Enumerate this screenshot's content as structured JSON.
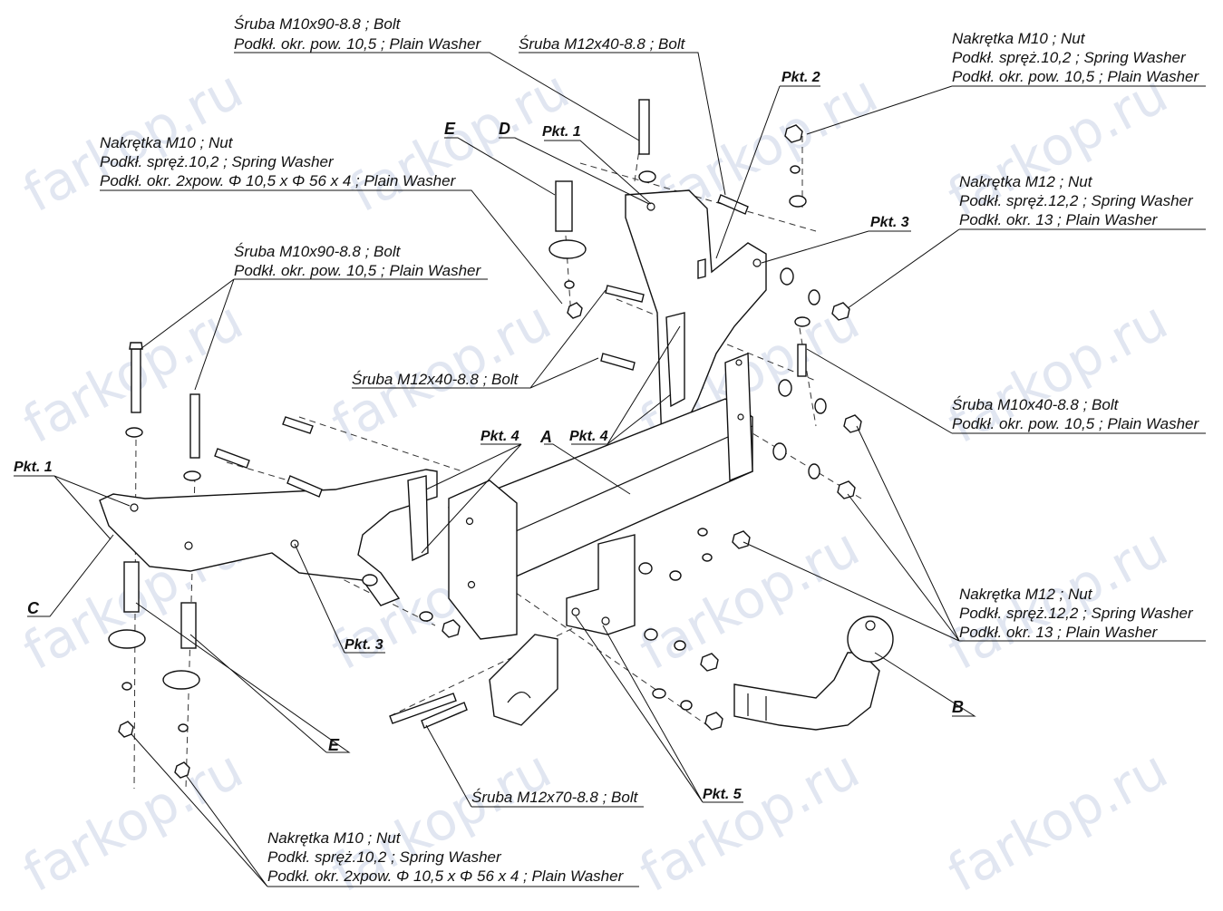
{
  "watermark": {
    "text": "farkop.ru",
    "color": "#c9d3e6"
  },
  "letters": {
    "a": "A",
    "b": "B",
    "c": "C",
    "d": "D",
    "e": "E"
  },
  "points": {
    "pkt1": "Pkt. 1",
    "pkt2": "Pkt. 2",
    "pkt3": "Pkt. 3",
    "pkt4": "Pkt. 4",
    "pkt5": "Pkt. 5"
  },
  "callouts": {
    "top_bolt_m10x90": [
      "Śruba M10x90-8.8 ;  Bolt",
      "Podkł. okr. pow. 10,5 ; Plain Washer"
    ],
    "top_bolt_m12x40": [
      "Śruba M12x40-8.8 ;  Bolt"
    ],
    "top_right_nut_m10": [
      "Nakrętka  M10 ; Nut",
      "Podkł. spręż.10,2 ; Spring Washer",
      "Podkł. okr. pow. 10,5 ; Plain Washer"
    ],
    "left_nut_m10": [
      "Nakrętka  M10 ; Nut",
      "Podkł. spręż.10,2 ; Spring Washer",
      "Podkł. okr. 2xpow. Φ 10,5 x Φ 56 x 4 ; Plain Washer"
    ],
    "right_nut_m12_top": [
      "Nakrętka  M12 ; Nut",
      "Podkł. spręż.12,2 ; Spring Washer",
      "Podkł. okr. 13 ; Plain Washer"
    ],
    "left_bolt_m10x90": [
      "Śruba M10x90-8.8 ;  Bolt",
      "Podkł. okr. pow. 10,5 ; Plain Washer"
    ],
    "mid_bolt_m12x40": [
      "Śruba M12x40-8.8 ;  Bolt"
    ],
    "right_bolt_m10x40": [
      "Śruba M10x40-8.8 ;  Bolt",
      "Podkł. okr. pow. 10,5 ; Plain Washer"
    ],
    "right_nut_m12_bottom": [
      "Nakrętka  M12 ; Nut",
      "Podkł. spręż.12,2 ; Spring Washer",
      "Podkł. okr. 13 ; Plain Washer"
    ],
    "bottom_bolt_m12x70": [
      "Śruba M12x70-8.8 ;  Bolt"
    ],
    "bottom_nut_m10": [
      "Nakrętka  M10 ; Nut",
      "Podkł. spręż.10,2 ; Spring Washer",
      "Podkł. okr. 2xpow. Φ 10,5 x Φ 56 x 4 ; Plain Washer"
    ]
  }
}
